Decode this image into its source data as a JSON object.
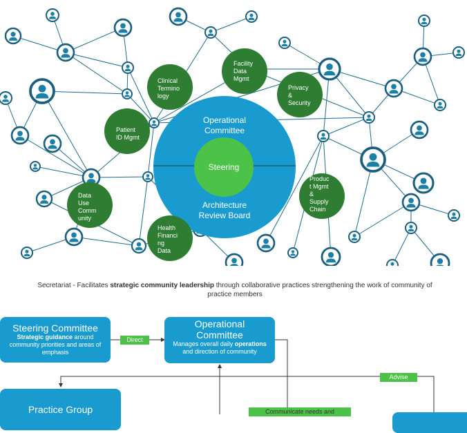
{
  "network": {
    "center": {
      "top_label_line1": "Operational",
      "top_label_line2": "Committee",
      "inner_label": "Steering",
      "bottom_label_line1": "Architecture",
      "bottom_label_line2": "Review Board"
    },
    "groups": [
      {
        "id": "clinical",
        "label": "Clinical\nTermino\nlogy"
      },
      {
        "id": "facility",
        "label": "Facility\nData\nMgmt"
      },
      {
        "id": "privacy",
        "label": "Privacy\n&\nSecurity"
      },
      {
        "id": "patient",
        "label": "Patient\nID Mgmt"
      },
      {
        "id": "product",
        "label": "Produc\nt Mgmt\n&\nSupply\nChain"
      },
      {
        "id": "datause",
        "label": "Data\nUse\nComm\nunity"
      },
      {
        "id": "health",
        "label": "Health\nFinanci\nng\nData"
      }
    ]
  },
  "caption": {
    "prefix": "Secretariat - Facilitates ",
    "bold": "strategic community leadership",
    "suffix": " through collaborative practices strengthening the work of community of practice members"
  },
  "org": {
    "steering": {
      "title": "Steering Committee",
      "bold": "Strategic guidance",
      "rest": " around community priorities and areas of emphasis"
    },
    "direct_label": "Direct",
    "operational": {
      "title1": "Operational",
      "title2": "Committee",
      "pre": "Manages overall daily ",
      "bold": "operations",
      "post": " and direction of community"
    },
    "advise_label": "Advise",
    "practice": {
      "title": "Practice Group"
    },
    "communicate_label": "Communicate needs and"
  },
  "colors": {
    "blue": "#1a9bd0",
    "green_dark": "#2e7d32",
    "green_light": "#4dc248"
  }
}
